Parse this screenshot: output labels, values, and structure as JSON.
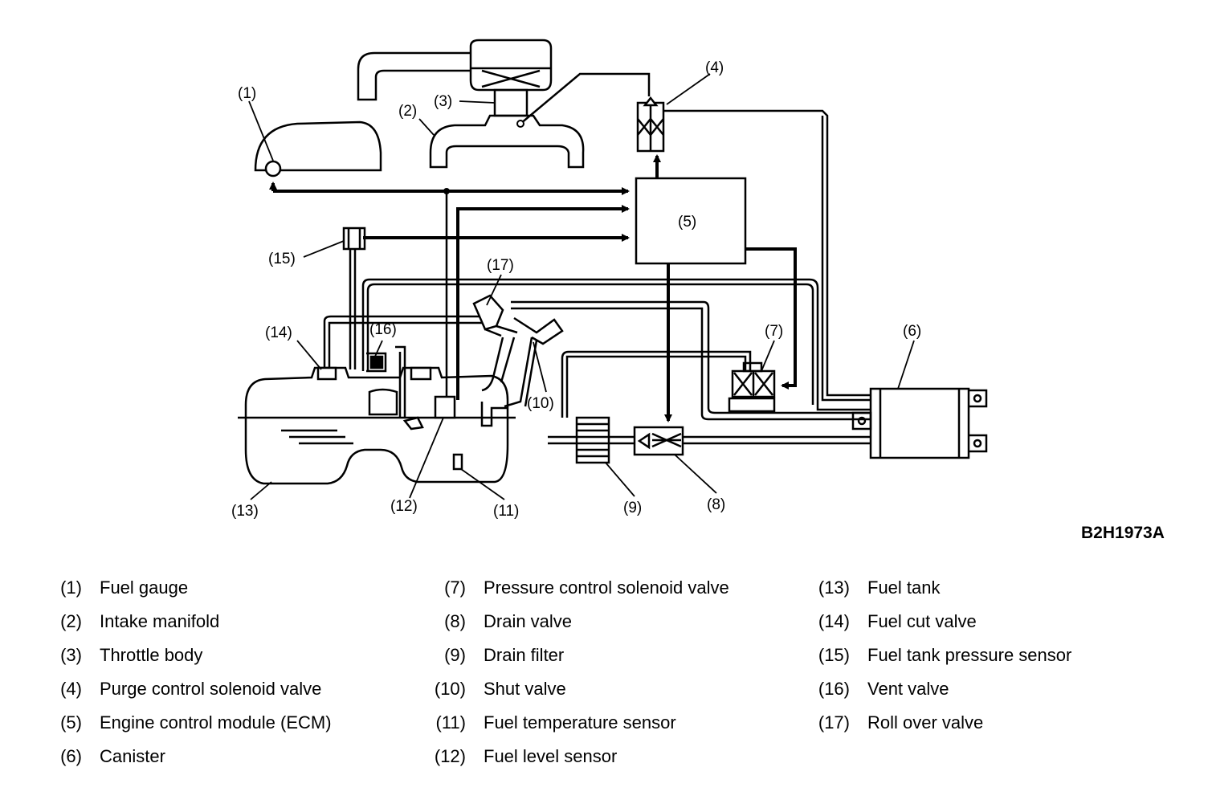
{
  "figure_id": "B2H1973A",
  "callouts": [
    {
      "num": "(1)",
      "name": "Fuel gauge"
    },
    {
      "num": "(2)",
      "name": "Intake manifold"
    },
    {
      "num": "(3)",
      "name": "Throttle body"
    },
    {
      "num": "(4)",
      "name": "Purge control solenoid valve"
    },
    {
      "num": "(5)",
      "name": "Engine control module (ECM)"
    },
    {
      "num": "(6)",
      "name": "Canister"
    },
    {
      "num": "(7)",
      "name": "Pressure control solenoid valve"
    },
    {
      "num": "(8)",
      "name": "Drain valve"
    },
    {
      "num": "(9)",
      "name": "Drain filter"
    },
    {
      "num": "(10)",
      "name": "Shut valve"
    },
    {
      "num": "(11)",
      "name": "Fuel temperature sensor"
    },
    {
      "num": "(12)",
      "name": "Fuel level sensor"
    },
    {
      "num": "(13)",
      "name": "Fuel tank"
    },
    {
      "num": "(14)",
      "name": "Fuel cut valve"
    },
    {
      "num": "(15)",
      "name": "Fuel tank pressure sensor"
    },
    {
      "num": "(16)",
      "name": "Vent valve"
    },
    {
      "num": "(17)",
      "name": "Roll over valve"
    }
  ]
}
